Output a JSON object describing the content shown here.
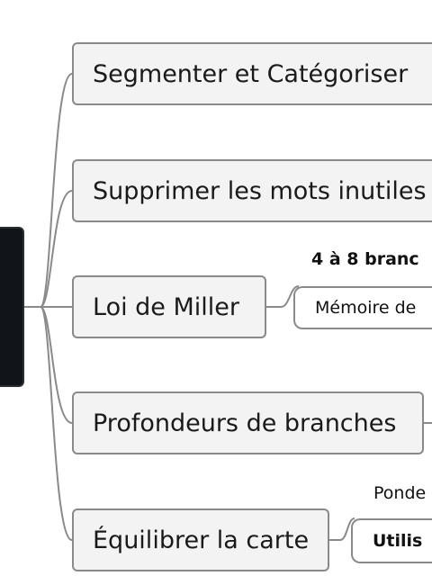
{
  "colors": {
    "root_fill": "#111418",
    "node_fill": "#f3f3f3",
    "node_border": "#8a8a8a",
    "connector": "#8a8a8a"
  },
  "branches": [
    {
      "label": "Segmenter et Catégoriser"
    },
    {
      "label": "Supprimer les mots inutiles"
    },
    {
      "label": "Loi de Miller"
    },
    {
      "label": "Profondeurs de branches"
    },
    {
      "label": "Équilibrer la carte"
    }
  ],
  "miller_children": {
    "bold_label": "4 à 8 branc",
    "boxed_label": "Mémoire de"
  },
  "balance_children": {
    "plain_label": "Ponde",
    "boxed_bold_label": "Utilis"
  }
}
